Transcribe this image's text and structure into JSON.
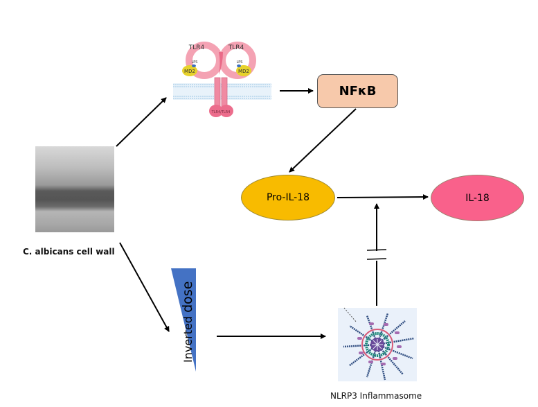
{
  "diagram": {
    "nodes": {
      "cell_wall": {
        "label": "C. albicans cell wall",
        "image": "electron-micrograph"
      },
      "tlr4": {
        "receptor_labels": [
          "TLR4",
          "TLR4"
        ],
        "ligand_labels": [
          "LPS",
          "LPS"
        ],
        "coreceptor_labels": [
          "MD2",
          "MD2"
        ],
        "image": "tlr4-receptor-complex"
      },
      "nfkb": {
        "label": "NFκB",
        "color": "#f7c9ab"
      },
      "pro_il18": {
        "label": "Pro-IL-18",
        "color": "#f8bb00"
      },
      "il18": {
        "label": "IL-18",
        "color": "#f9618b"
      },
      "dose": {
        "label_small": "Inverted ",
        "label_big": "dose",
        "color": "#4472c4"
      },
      "nlrp3": {
        "label": "NLRP3 Inflammasome",
        "image": "inflammasome-structure"
      }
    },
    "edges": [
      {
        "from": "cell_wall",
        "to": "tlr4",
        "type": "arrow"
      },
      {
        "from": "tlr4",
        "to": "nfkb",
        "type": "arrow"
      },
      {
        "from": "nfkb",
        "to": "pro_il18",
        "type": "arrow"
      },
      {
        "from": "pro_il18",
        "to": "il18",
        "type": "arrow"
      },
      {
        "from": "cell_wall",
        "to": "dose",
        "type": "arrow"
      },
      {
        "from": "dose",
        "to": "nlrp3",
        "type": "arrow"
      },
      {
        "from": "nlrp3",
        "to": "pro_il18-il18-edge",
        "type": "inhibited-arrow"
      }
    ]
  }
}
